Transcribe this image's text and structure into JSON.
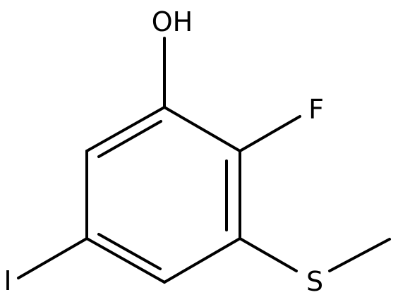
{
  "molecule": {
    "atoms": {
      "hydroxyl": "OH",
      "fluorine": "F",
      "sulfur": "S",
      "iodine": "I"
    }
  }
}
